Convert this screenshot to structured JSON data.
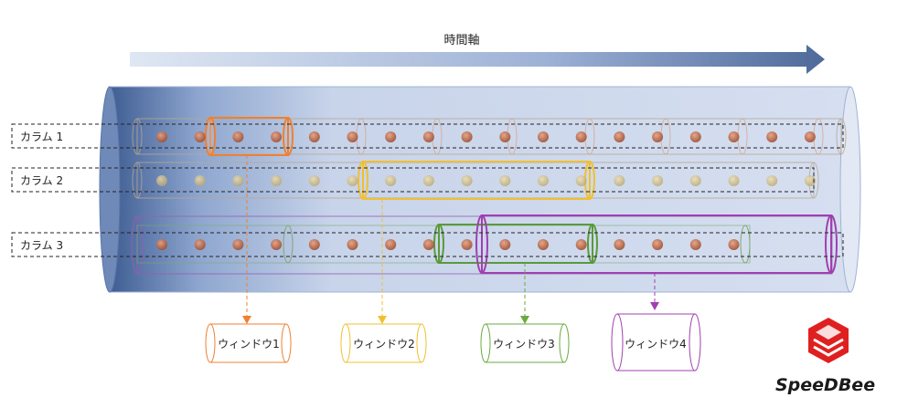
{
  "time_axis": {
    "label": "時間軸"
  },
  "columns": [
    {
      "label": "カラム 1",
      "dot_color": "#c0704a"
    },
    {
      "label": "カラム 2",
      "dot_color": "#d8c38a"
    },
    {
      "label": "カラム 3",
      "dot_color": "#c0704a"
    }
  ],
  "windows": [
    {
      "label": "ウィンドウ1",
      "color": "#f08030"
    },
    {
      "label": "ウィンドウ2",
      "color": "#f0c030"
    },
    {
      "label": "ウィンドウ3",
      "color": "#6aaa40"
    },
    {
      "label": "ウィンドウ4",
      "color": "#a040b0"
    }
  ],
  "logo": {
    "text": "SpeeDBee",
    "icon": "stacked-cube-logo-icon",
    "color": "#e02020"
  }
}
